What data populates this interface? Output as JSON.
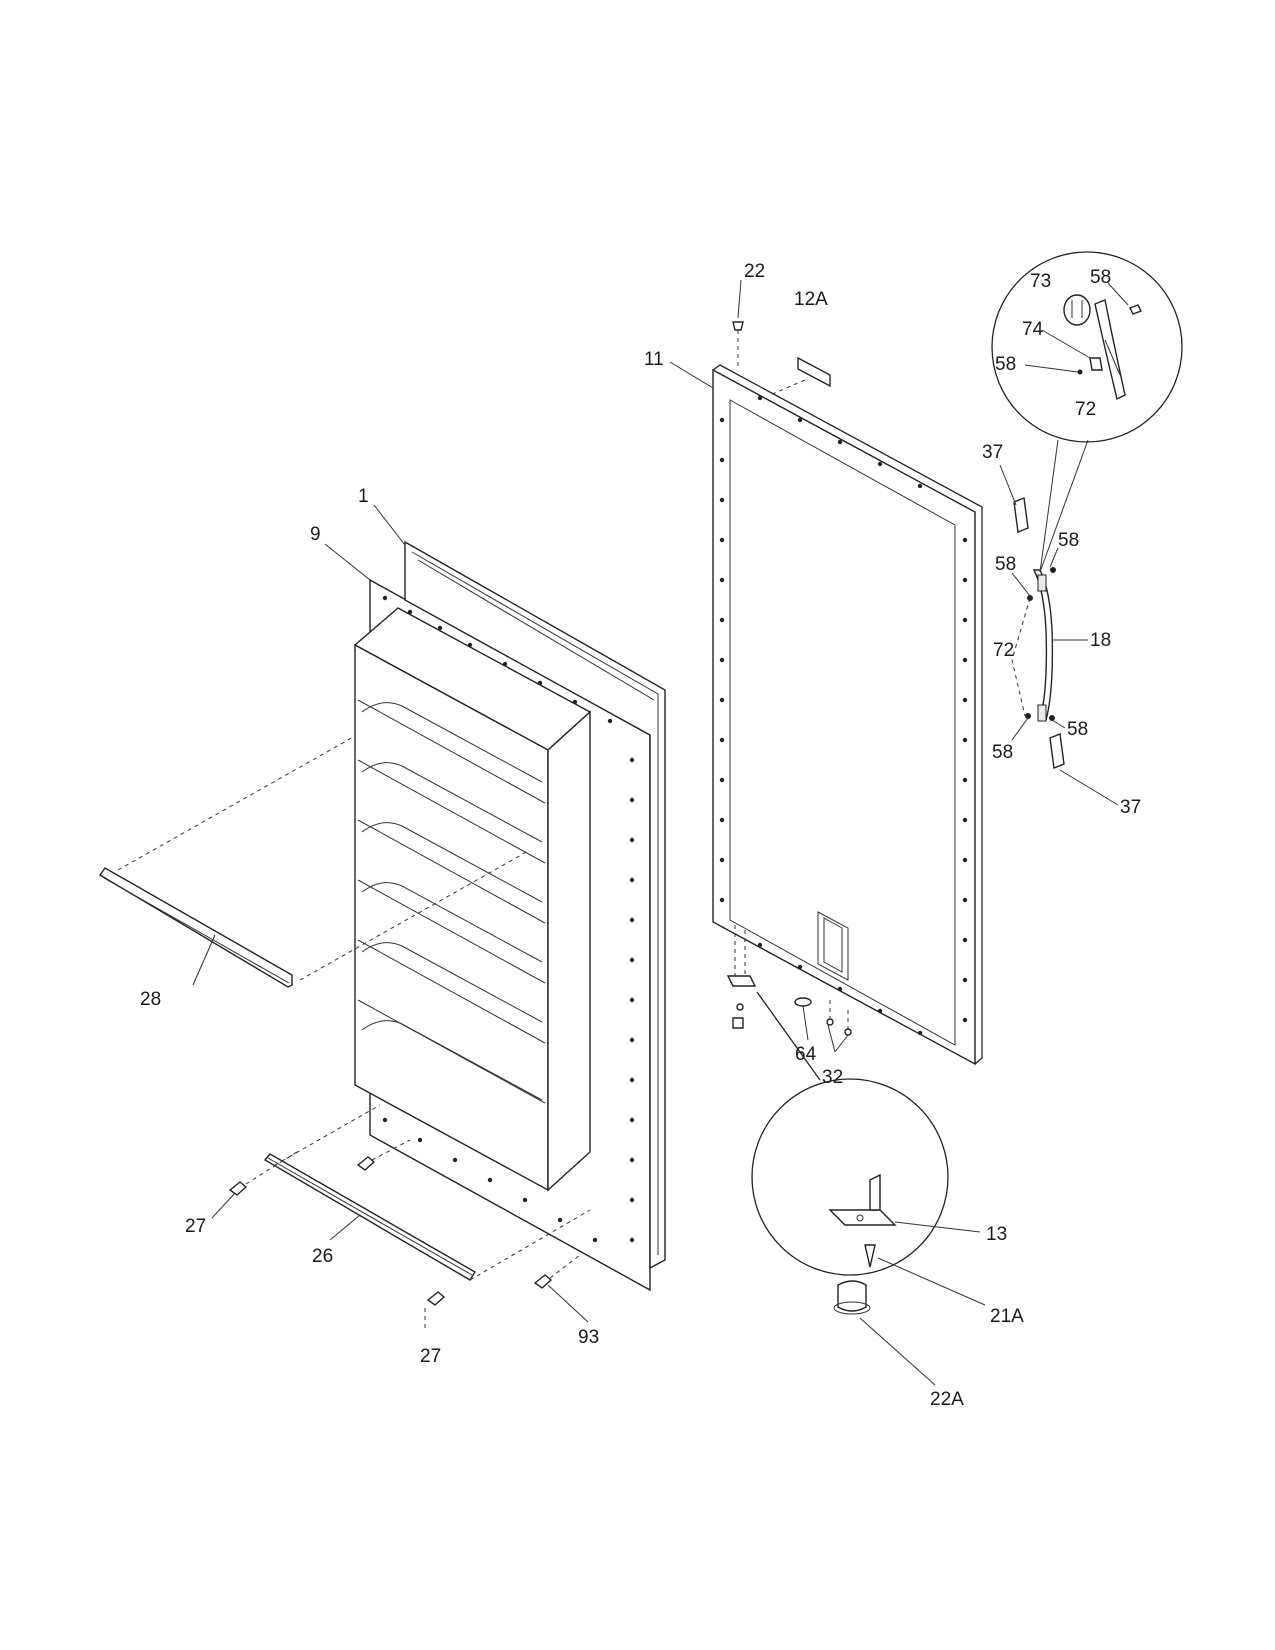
{
  "diagram": {
    "callouts": [
      {
        "id": "1",
        "text": "1"
      },
      {
        "id": "9",
        "text": "9"
      },
      {
        "id": "11",
        "text": "11"
      },
      {
        "id": "12A",
        "text": "12A"
      },
      {
        "id": "22",
        "text": "22"
      },
      {
        "id": "73",
        "text": "73"
      },
      {
        "id": "58a",
        "text": "58"
      },
      {
        "id": "74",
        "text": "74"
      },
      {
        "id": "58b",
        "text": "58"
      },
      {
        "id": "72a",
        "text": "72"
      },
      {
        "id": "37a",
        "text": "37"
      },
      {
        "id": "58c",
        "text": "58"
      },
      {
        "id": "58d",
        "text": "58"
      },
      {
        "id": "18",
        "text": "18"
      },
      {
        "id": "72b",
        "text": "72"
      },
      {
        "id": "58e",
        "text": "58"
      },
      {
        "id": "58f",
        "text": "58"
      },
      {
        "id": "37b",
        "text": "37"
      },
      {
        "id": "28",
        "text": "28"
      },
      {
        "id": "64",
        "text": "64"
      },
      {
        "id": "32",
        "text": "32"
      },
      {
        "id": "27a",
        "text": "27"
      },
      {
        "id": "26",
        "text": "26"
      },
      {
        "id": "93",
        "text": "93"
      },
      {
        "id": "27b",
        "text": "27"
      },
      {
        "id": "13",
        "text": "13"
      },
      {
        "id": "21A",
        "text": "21A"
      },
      {
        "id": "22A",
        "text": "22A"
      }
    ]
  }
}
